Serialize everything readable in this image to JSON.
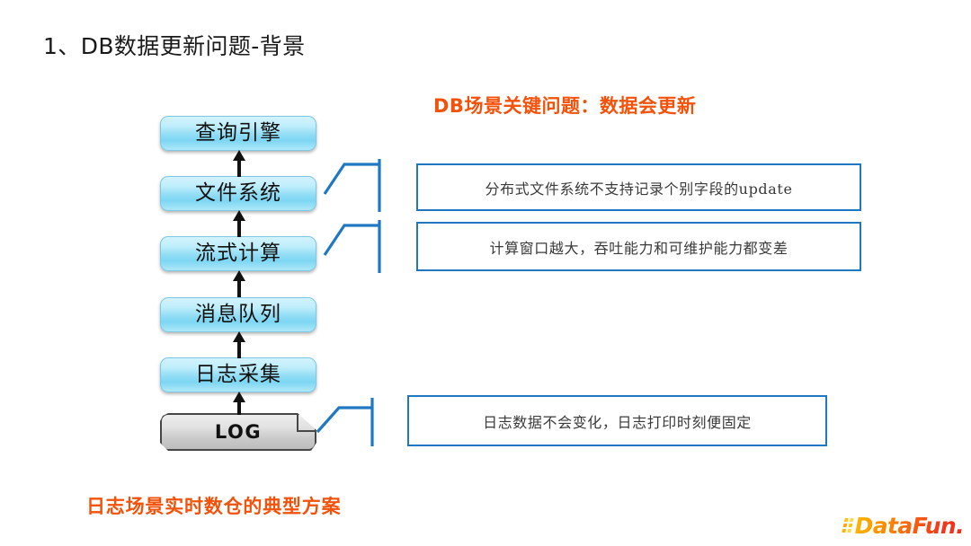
{
  "slide": {
    "title": "1、DB数据更新问题-背景",
    "caption": "日志场景实时数仓的典型方案"
  },
  "pipeline": {
    "nodes": [
      {
        "label": "查询引擎"
      },
      {
        "label": "文件系统"
      },
      {
        "label": "流式计算"
      },
      {
        "label": "消息队列"
      },
      {
        "label": "日志采集"
      }
    ],
    "source": {
      "label": "LOG"
    }
  },
  "callout": {
    "heading": "DB场景关键问题：数据会更新",
    "notes": [
      {
        "text": "分布式文件系统不支持记录个别字段的update"
      },
      {
        "text": "计算窗口越大，吞吐能力和可维护能力都变差"
      },
      {
        "text": "日志数据不会变化，日志打印时刻便固定"
      }
    ]
  },
  "branding": {
    "logo_text": "DataFun."
  },
  "colors": {
    "accent_orange": "#f4520a",
    "note_border_blue": "#1f78c1",
    "node_blue": "#8fdcf4",
    "log_gray": "#c9c9c9"
  }
}
